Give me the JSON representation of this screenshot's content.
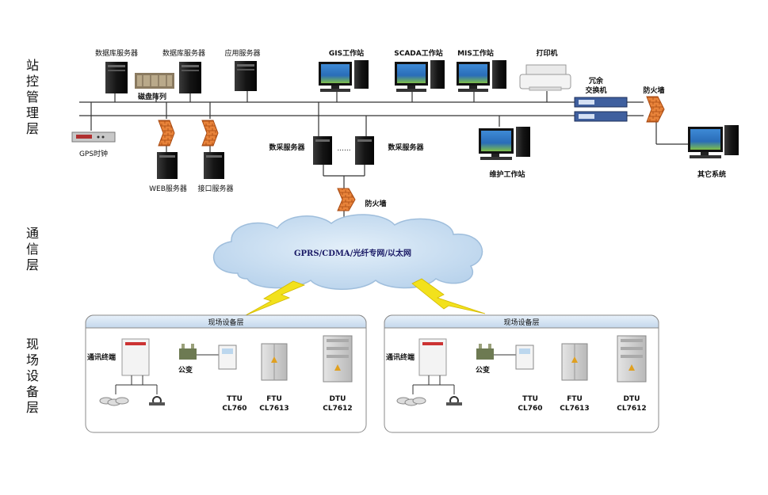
{
  "layers": {
    "station": [
      "站",
      "控",
      "管",
      "理",
      "层"
    ],
    "comm": [
      "通",
      "信",
      "层"
    ],
    "field": [
      "现",
      "场",
      "设",
      "备",
      "层"
    ]
  },
  "station": {
    "db_server_1": "数据库服务器",
    "db_server_2": "数据库服务器",
    "app_server": "应用服务器",
    "disk_array": "磁盘阵列",
    "gps_clock": "GPS时钟",
    "web_server": "WEB服务器",
    "interface_server": "接口服务器",
    "gis_ws": "GIS工作站",
    "scada_ws": "SCADA工作站",
    "mis_ws": "MIS工作站",
    "printer": "打印机",
    "redundant_switch_line1": "冗余",
    "redundant_switch_line2": "交换机",
    "firewall_right": "防火墙",
    "acq_server_left": "数采服务器",
    "acq_server_right": "数采服务器",
    "ellipsis": "......",
    "maint_ws": "维护工作站",
    "other_system": "其它系统",
    "firewall_center": "防火墙"
  },
  "comm": {
    "cloud_label": "GPRS/CDMA/光纤专网/以太网"
  },
  "field_panels": [
    {
      "title": "现场设备层",
      "terminal": "通讯终端",
      "transformer": "公变",
      "ttu": "TTU",
      "ttu_model": "CL760",
      "ftu": "FTU",
      "ftu_model": "CL7613",
      "dtu": "DTU",
      "dtu_model": "CL7612"
    },
    {
      "title": "现场设备层",
      "terminal": "通讯终端",
      "transformer": "公变",
      "ttu": "TTU",
      "ttu_model": "CL760",
      "ftu": "FTU",
      "ftu_model": "CL7613",
      "dtu": "DTU",
      "dtu_model": "CL7612"
    }
  ]
}
